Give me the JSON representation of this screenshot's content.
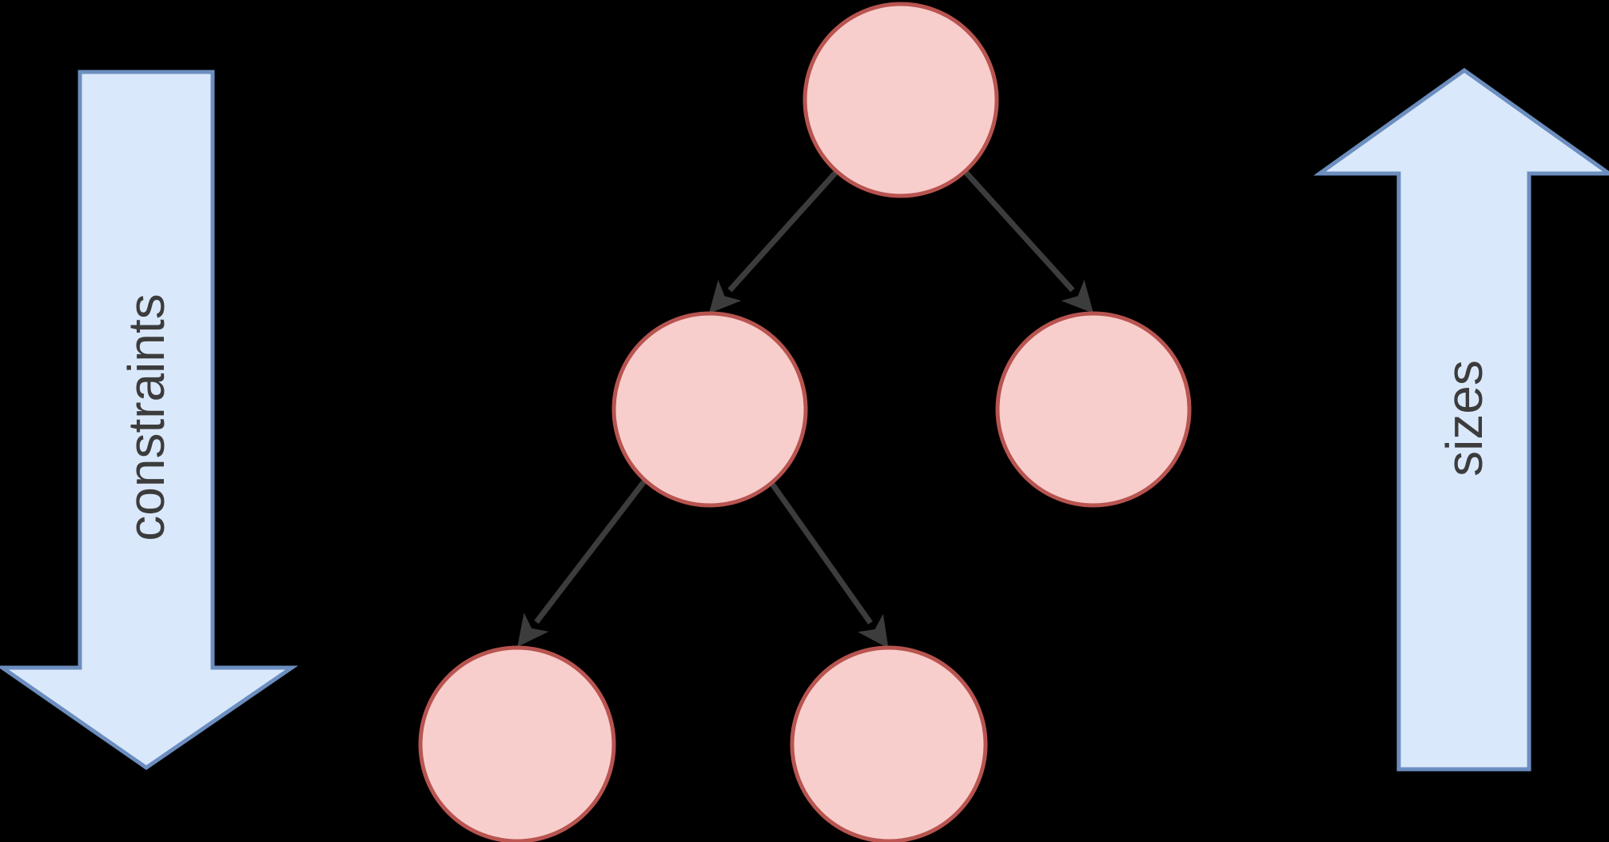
{
  "diagram": {
    "left_arrow": {
      "label": "constraints",
      "direction": "down"
    },
    "right_arrow": {
      "label": "sizes",
      "direction": "up"
    },
    "tree": {
      "node_count": 5,
      "nodes": [
        "root",
        "child-left",
        "child-right",
        "grandchild-left",
        "grandchild-right"
      ],
      "edges": [
        {
          "from": "root",
          "to": "child-left"
        },
        {
          "from": "root",
          "to": "child-right"
        },
        {
          "from": "child-left",
          "to": "grandchild-left"
        },
        {
          "from": "child-left",
          "to": "grandchild-right"
        }
      ]
    }
  },
  "colors": {
    "background": "#000000",
    "arrow_fill": "#DAE8FC",
    "arrow_stroke": "#6C8EBF",
    "node_fill": "#F8CECC",
    "node_stroke": "#B85450",
    "edge_stroke": "#3C3C3C",
    "label_text": "#3C3C3C"
  }
}
